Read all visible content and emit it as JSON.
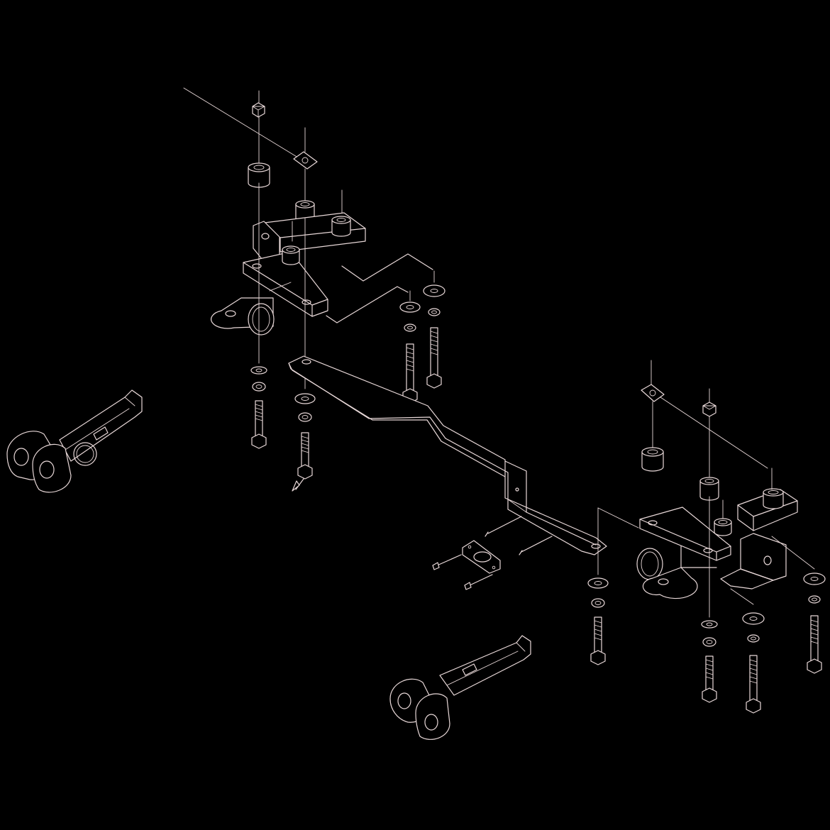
{
  "diagram": {
    "type": "exploded-isometric-line-drawing",
    "background_color": "#000000",
    "line_color": "#e8d8d8",
    "parts": [
      {
        "name": "left-side-bracket-assembly"
      },
      {
        "name": "right-side-bracket-assembly"
      },
      {
        "name": "center-crossbar"
      },
      {
        "name": "left-tow-tab-clevis"
      },
      {
        "name": "lower-tow-tab-clevis"
      },
      {
        "name": "spacer-sleeves"
      },
      {
        "name": "hex-bolts"
      },
      {
        "name": "hex-nuts"
      },
      {
        "name": "flat-washers"
      },
      {
        "name": "lock-washers"
      },
      {
        "name": "fish-wire"
      },
      {
        "name": "square-nut-plate"
      },
      {
        "name": "cover-plate"
      },
      {
        "name": "self-tapping-screws"
      },
      {
        "name": "retaining-ring"
      }
    ]
  }
}
